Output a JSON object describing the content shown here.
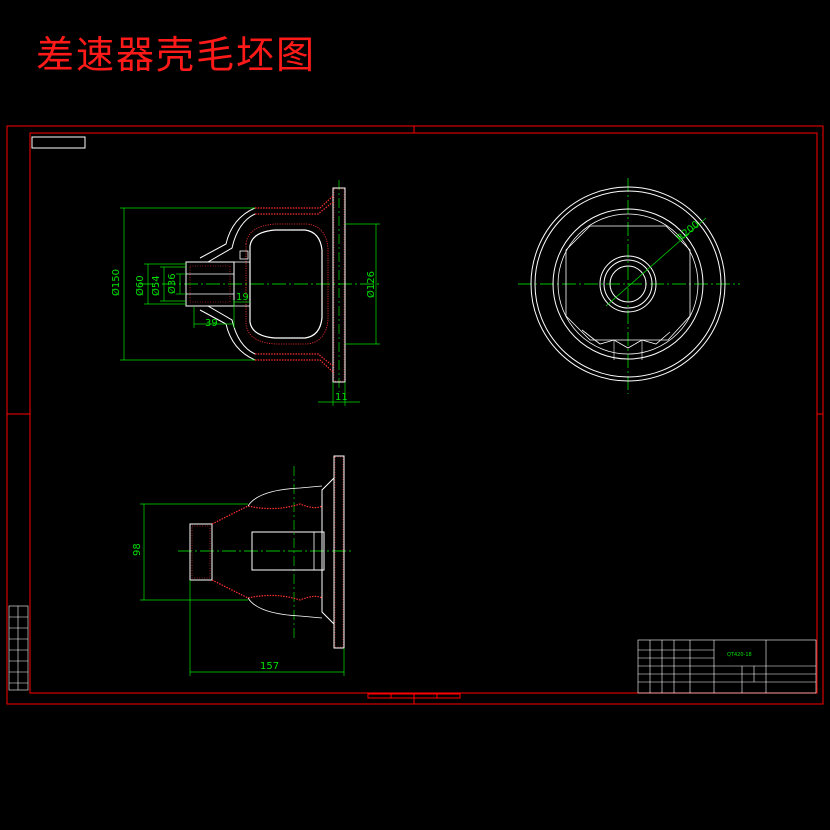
{
  "title": "差速器壳毛坯图",
  "colors": {
    "background": "#000000",
    "frame": "#ff0000",
    "outline": "#ffffff",
    "dimension": "#00e000",
    "centerline": "#00ff00",
    "hatch": "#ff3030",
    "title_text": "#ff1a1a"
  },
  "dimensions": {
    "d150": "Ø150",
    "d60": "Ø60",
    "d54": "Ø54",
    "d36": "Ø36",
    "d19": "19",
    "d39": "39",
    "d126": "Ø126",
    "d11": "11",
    "r200": "R200",
    "d98": "98",
    "d157": "157"
  },
  "title_block": {
    "drawing_number": "QT420-18"
  }
}
